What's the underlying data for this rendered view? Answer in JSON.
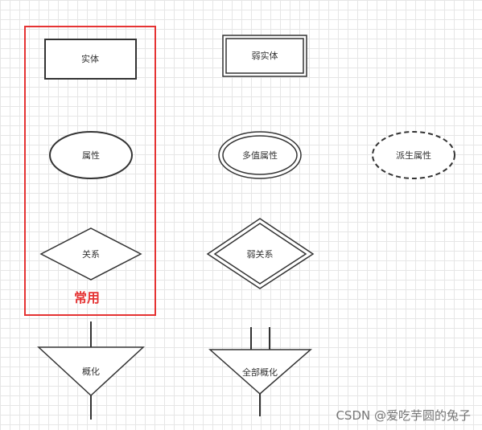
{
  "shapes": {
    "entity": "实体",
    "weak_entity": "弱实体",
    "attribute": "属性",
    "multivalued_attribute": "多值属性",
    "derived_attribute": "派生属性",
    "relationship": "关系",
    "weak_relationship": "弱关系",
    "generalization": "概化",
    "total_generalization": "全部概化"
  },
  "highlight": {
    "label": "常用",
    "color": "#e53333"
  },
  "watermark": "CSDN @爱吃芋圆的兔子",
  "colors": {
    "stroke": "#333333",
    "highlight": "#e53333"
  }
}
